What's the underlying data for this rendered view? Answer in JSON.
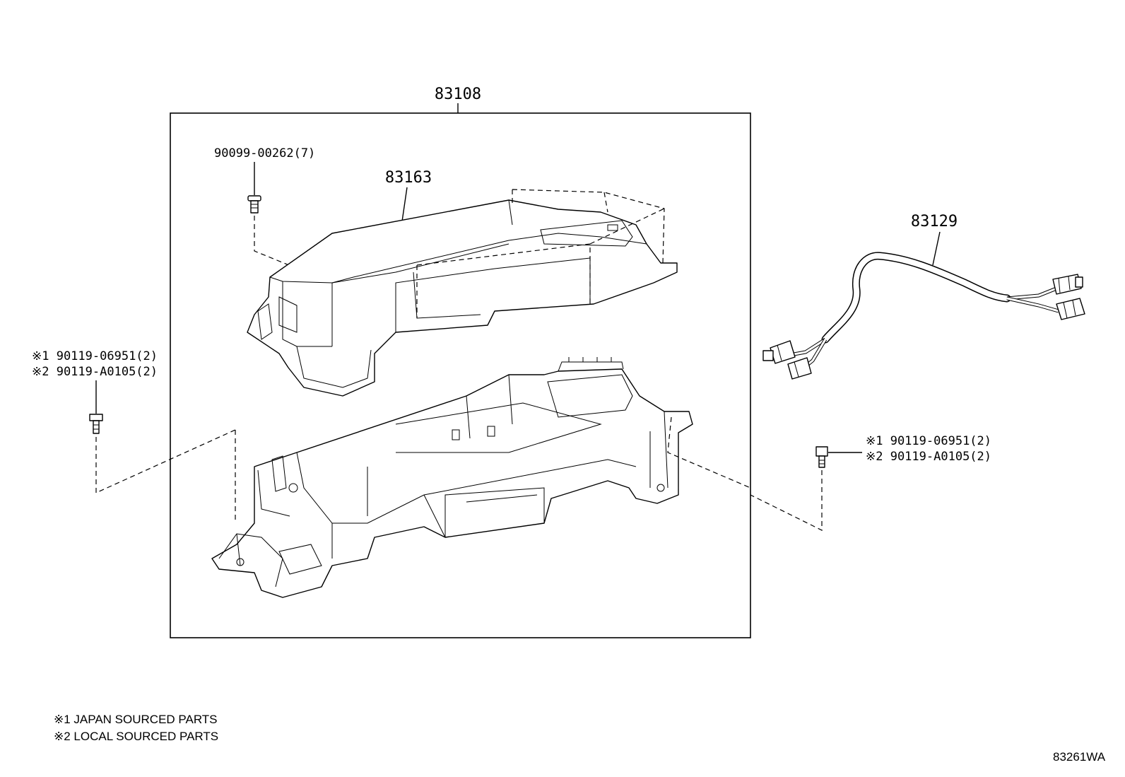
{
  "callouts": {
    "assembly": "83108",
    "cover": "83163",
    "screw_top": "90099-00262(7)",
    "harness": "83129",
    "left_bolt_1": "※1 90119-06951(2)",
    "left_bolt_2": "※2 90119-A0105(2)",
    "right_bolt_1": "※1 90119-06951(2)",
    "right_bolt_2": "※2 90119-A0105(2)"
  },
  "notes": {
    "note_1": "※1 JAPAN SOURCED PARTS",
    "note_2": "※2 LOCAL SOURCED PARTS"
  },
  "diagram_id": "83261WA"
}
